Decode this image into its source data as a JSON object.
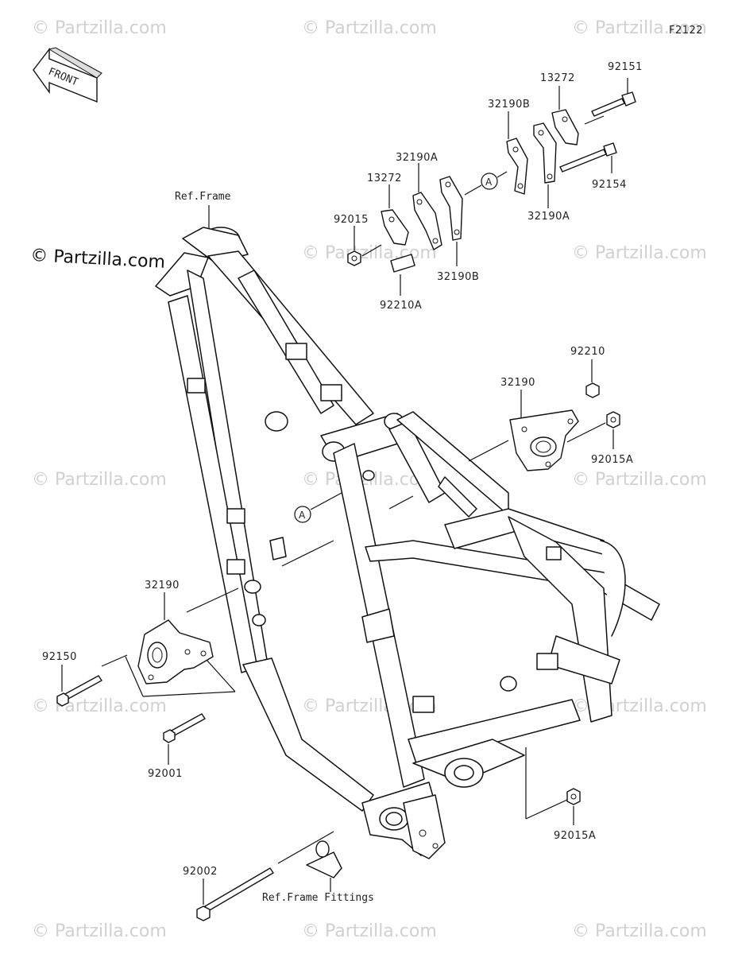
{
  "diagram_code": "F2122",
  "watermark": "© Partzilla.com",
  "front_arrow_label": "FRONT",
  "ref_frame_label": "Ref.Frame",
  "ref_fittings_label": "Ref.Frame Fittings",
  "circle_ref": "A",
  "parts": {
    "p92151": "92151",
    "p13272_top": "13272",
    "p32190B_top": "32190B",
    "p92154": "92154",
    "p32190A_right": "32190A",
    "p32190A_left": "32190A",
    "p13272_left": "13272",
    "p92015": "92015",
    "p32190B_left": "32190B",
    "p92210A": "92210A",
    "p92210": "92210",
    "p32190_right": "32190",
    "p92015A_upper": "92015A",
    "p32190_left": "32190",
    "p92150": "92150",
    "p92001": "92001",
    "p92002": "92002",
    "p92015A_lower": "92015A"
  }
}
